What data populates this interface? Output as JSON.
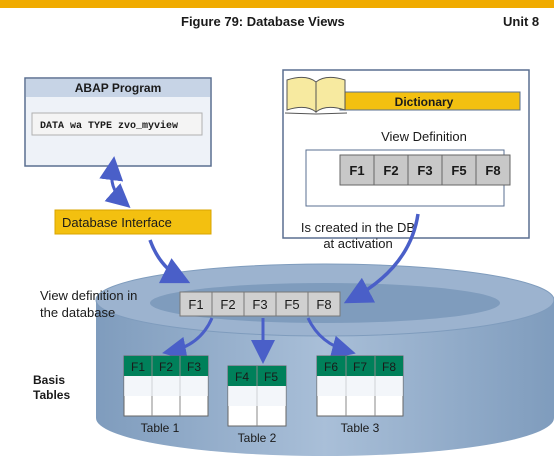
{
  "header": {
    "figure_title": "Figure 79: Database Views",
    "unit": "Unit 8"
  },
  "abap": {
    "title": "ABAP Program",
    "code": "DATA wa TYPE zvo_myview"
  },
  "dictionary": {
    "title": "Dictionary",
    "view_definition": "View Definition",
    "fields": [
      "F1",
      "F2",
      "F3",
      "F5",
      "F8"
    ]
  },
  "db_interface": {
    "label": "Database Interface"
  },
  "activation_note": {
    "line1": "Is created in the DB",
    "line2": "at activation"
  },
  "db_view": {
    "label_line1": "View definition in",
    "label_line2": "the database",
    "fields": [
      "F1",
      "F2",
      "F3",
      "F5",
      "F8"
    ]
  },
  "basis_tables": {
    "label_line1": "Basis",
    "label_line2": "Tables"
  },
  "tables": [
    {
      "name": "Table 1",
      "fields": [
        "F1",
        "F2",
        "F3"
      ]
    },
    {
      "name": "Table 2",
      "fields": [
        "F4",
        "F5"
      ]
    },
    {
      "name": "Table 3",
      "fields": [
        "F6",
        "F7",
        "F8"
      ]
    }
  ],
  "colors": {
    "sap_gold": "#f0ab00",
    "header_green": "#00805a",
    "interface_yellow": "#f3c010",
    "arrow_blue": "#4a5fc8",
    "cylinder_blue": "#8ea9c7",
    "field_gray": "#d0d0d0"
  }
}
